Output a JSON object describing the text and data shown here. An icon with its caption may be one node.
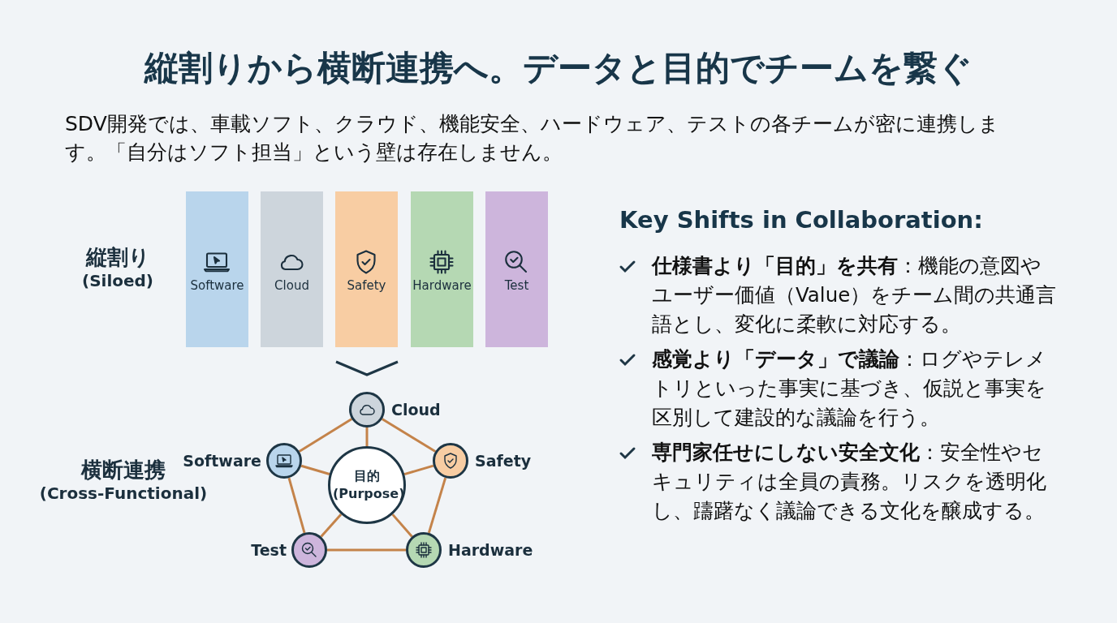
{
  "diagram": {
    "title": "縦割りから横断連携へ。データと目的でチームを繋ぐ",
    "nodes": [
      {
        "text": [
          "Software"
        ]
      },
      {
        "text": [
          "Cloud"
        ]
      },
      {
        "text": [
          "Safety"
        ]
      },
      {
        "text": [
          "Hardware"
        ]
      },
      {
        "text": [
          "Test"
        ]
      },
      {
        "text": [
          "Cloud"
        ]
      },
      {
        "text": [
          "Software"
        ]
      },
      {
        "text": [
          "Safety"
        ]
      },
      {
        "text": [
          "目的 (Purpose)"
        ]
      },
      {
        "text": [
          "Test"
        ]
      },
      {
        "text": [
          "Hardware"
        ]
      }
    ],
    "edges": [
      {
        "from": 8,
        "to": 5,
        "arrow": "none"
      },
      {
        "from": 8,
        "to": 6,
        "arrow": "none"
      },
      {
        "from": 8,
        "to": 7,
        "arrow": "none"
      },
      {
        "from": 8,
        "to": 9,
        "arrow": "none"
      },
      {
        "from": 8,
        "to": 10,
        "arrow": "none"
      },
      {
        "from": 5,
        "to": 7,
        "arrow": "none"
      },
      {
        "from": 7,
        "to": 10,
        "arrow": "none"
      },
      {
        "from": 10,
        "to": 9,
        "arrow": "none"
      },
      {
        "from": 9,
        "to": 6,
        "arrow": "none"
      },
      {
        "from": 6,
        "to": 5,
        "arrow": "none"
      }
    ],
    "labels": [
      "SDV開発では、車載ソフト、クラウド、機能安全、ハードウェア、テストの各チームが密に連携します。「自分はソフト担当」という壁は存在しません。",
      "縦割り",
      "(Siloed)",
      "Key Shifts in Collaboration:",
      "**仕様書より「目的」を共有**：機能の意図やユーザー価値（Value）をチーム間の共通言語とし、変化に柔軟に対応する。",
      "**感覚より「データ」で議論**：ログやテレメトリといった事実に基づき、仮説と事実を区別して建設的な議論を行う。",
      "**専門家任せにしない安全文化**：安全性やセキュリティは全員の責務。リスクを透明化し、躊躇なく議論できる文化を醸成する。",
      "横断連携",
      "(Cross-Functional)"
    ]
  }
}
